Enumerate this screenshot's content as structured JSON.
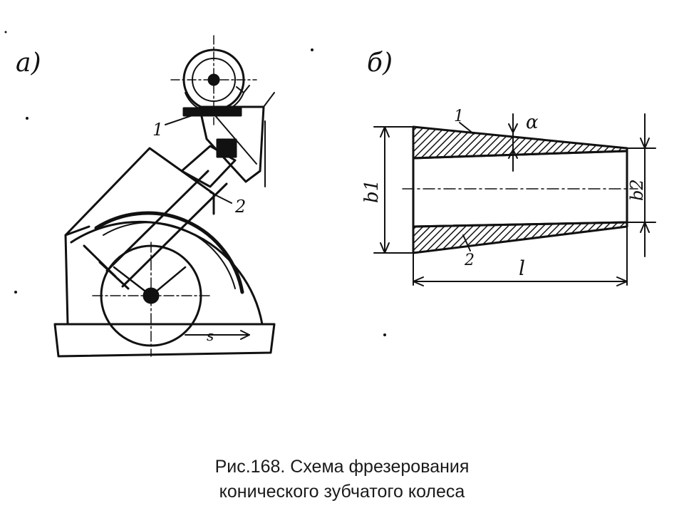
{
  "figure": {
    "panel_a_label": "а)",
    "panel_b_label": "б)",
    "panel_a_callouts": [
      "1",
      "2",
      "s"
    ],
    "panel_b_callouts": [
      "1",
      "2",
      "α",
      "b1",
      "b2",
      "l"
    ]
  },
  "caption": {
    "line1": "Рис.168. Схема фрезерования",
    "line2": "конического зубчатого колеса"
  }
}
